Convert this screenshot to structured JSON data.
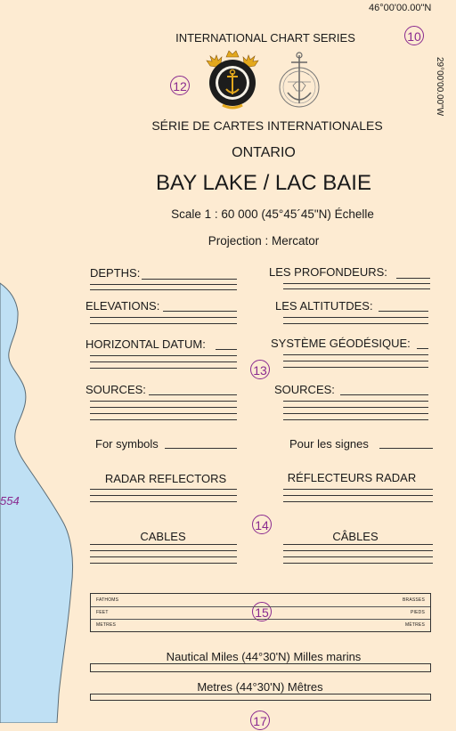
{
  "corner_coordinate": "46°00'00.00\"N",
  "side_coordinate": "29°00'00.00\"W",
  "depth_label": "554",
  "callouts": [
    "10",
    "12",
    "13",
    "14",
    "15",
    "17"
  ],
  "header": {
    "series_en": "INTERNATIONAL CHART SERIES",
    "series_fr": "SÉRIE DE CARTES INTERNATIONALES",
    "province": "ONTARIO",
    "title": "BAY LAKE / LAC BAIE",
    "scale": "Scale 1 : 60 000 (45°45´45\"N) Échelle",
    "projection": "Projection  :  Mercator"
  },
  "fields": {
    "depths_en": "DEPTHS:",
    "depths_fr": "LES PROFONDEURS:",
    "elevations_en": "ELEVATIONS:",
    "elevations_fr": "LES ALTITUTDES:",
    "datum_en": "HORIZONTAL DATUM:",
    "datum_fr": "SYSTÈME GÉODÉSIQUE:",
    "sources_en": "SOURCES:",
    "sources_fr": "SOURCES:",
    "symbols_en": "For symbols",
    "symbols_fr": "Pour les signes",
    "radar_en": "RADAR REFLECTORS",
    "radar_fr": "RÉFLECTEURS RADAR",
    "cables_en": "CABLES",
    "cables_fr": "CÂBLES"
  },
  "units_box": {
    "fathoms": "FATHOMS",
    "brasses": "BRASSES",
    "feet": "FEET",
    "pieds": "PIEDS",
    "metres": "METRES",
    "metres_fr": "MÈTRES"
  },
  "scale_bars": {
    "nautical": "Nautical Miles (44°30'N)  Milles marins",
    "metres": "Metres (44°30'N)  Mêtres"
  },
  "colors": {
    "land": "#fdebd2",
    "water": "#bfe0f4",
    "callout": "#8a2a8f"
  },
  "icons": [
    "canadian-hydrographic-service-emblem",
    "iho-emblem"
  ]
}
